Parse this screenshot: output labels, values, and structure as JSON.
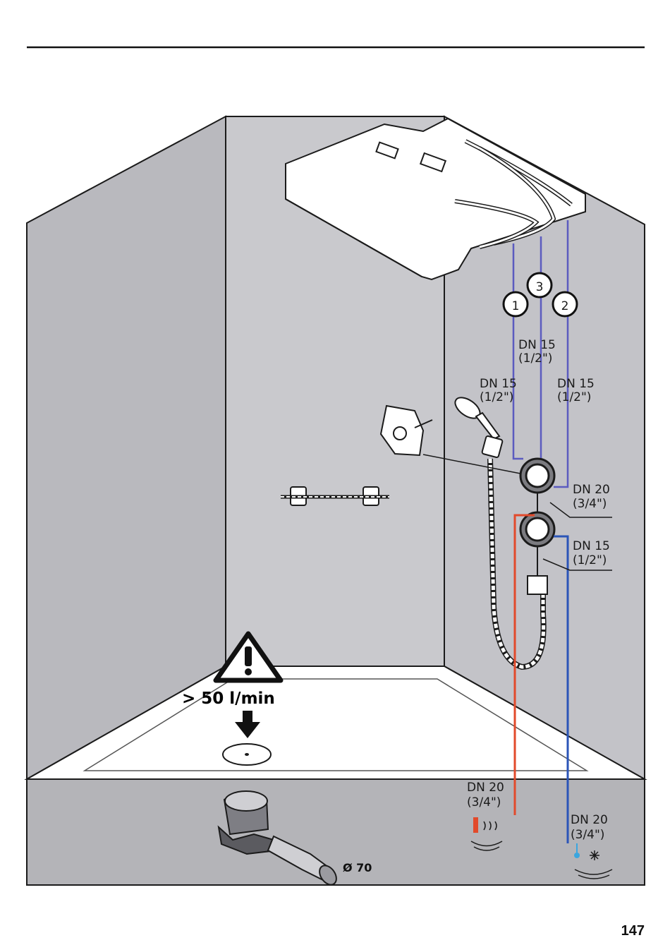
{
  "labels": {
    "dn15_middle": [
      "DN 15",
      "(1/2\")"
    ],
    "dn15_left": [
      "DN 15",
      "(1/2\")"
    ],
    "dn15_right": [
      "DN 15",
      "(1/2\")"
    ],
    "dn20_upper": [
      "DN 20",
      "(3/4\")"
    ],
    "dn15_lower": [
      "DN 15",
      "(1/2\")"
    ],
    "dn20_hot": [
      "DN 20",
      "(3/4\")"
    ],
    "dn20_cold": [
      "DN 20",
      "(3/4\")"
    ],
    "flow_rate": "> 50 l/min",
    "drain_diameter": "Ø 70",
    "circle_1": "1",
    "circle_2": "2",
    "circle_3": "3"
  },
  "page_number": "147",
  "colors": {
    "wall_back": "#c6c6ca",
    "wall_side": "#b9b9be",
    "floor_band": "#b4b4b8",
    "pipe_purple": "#5b5bbf",
    "pipe_hot": "#e24a2b",
    "pipe_cold": "#2b55b8",
    "outline": "#1b1b1b"
  },
  "icons": [
    "warning-icon",
    "down-arrow-icon",
    "hot-water-icon",
    "cold-water-icon"
  ]
}
